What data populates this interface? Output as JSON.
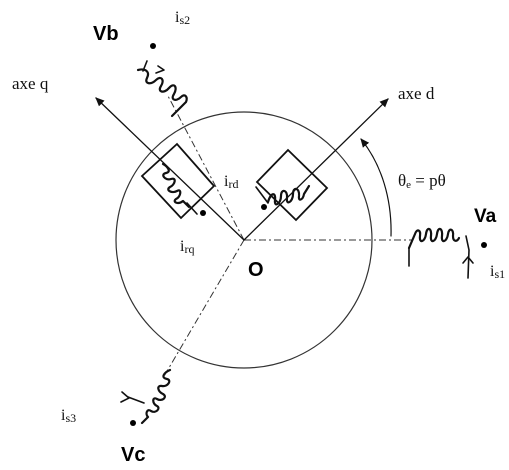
{
  "labels": {
    "vb": "Vb",
    "va": "Va",
    "vc": "Vc",
    "origin": "O",
    "axe_q": "axe q",
    "axe_d": "axe d",
    "theta_lhs": "θ",
    "theta_lhs_sub": "e",
    "theta_rhs": " = pθ",
    "is1_main": "i",
    "is1_sub": "s1",
    "is2_main": "i",
    "is2_sub": "s2",
    "is3_main": "i",
    "is3_sub": "s3",
    "ird_main": "i",
    "ird_sub": "rd",
    "irq_main": "i",
    "irq_sub": "rq"
  }
}
